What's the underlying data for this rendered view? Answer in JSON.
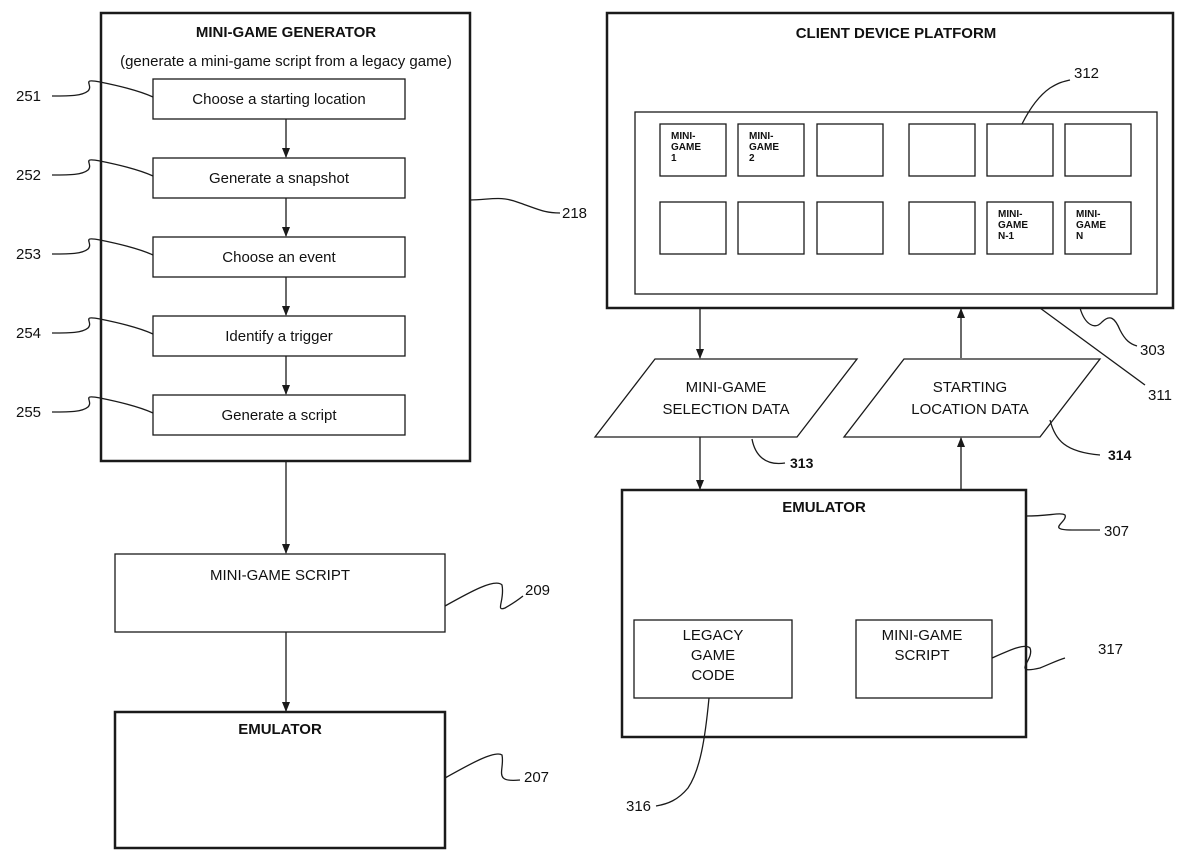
{
  "generator": {
    "title": "MINI-GAME GENERATOR",
    "subtitle": "(generate a mini-game script from a legacy game)",
    "ref": "218",
    "steps": [
      {
        "label": "Choose a starting location",
        "ref": "251"
      },
      {
        "label": "Generate a snapshot",
        "ref": "252"
      },
      {
        "label": "Choose an event",
        "ref": "253"
      },
      {
        "label": "Identify a trigger",
        "ref": "254"
      },
      {
        "label": "Generate a script",
        "ref": "255"
      }
    ]
  },
  "left_script": {
    "label": "MINI-GAME SCRIPT",
    "ref": "209"
  },
  "left_emulator": {
    "label": "EMULATOR",
    "ref": "207"
  },
  "client": {
    "title": "CLIENT DEVICE PLATFORM",
    "ref_outer": "303",
    "ref_panel": "311",
    "ref_tile": "312",
    "tiles": [
      [
        "MINI-",
        "GAME",
        "1"
      ],
      [
        "MINI-",
        "GAME",
        "2"
      ],
      [],
      [],
      [],
      [],
      [],
      [],
      [],
      [],
      [
        "MINI-",
        "GAME",
        "N-1"
      ],
      [
        "MINI-",
        "GAME",
        "N"
      ]
    ]
  },
  "selection_data": {
    "lines": [
      "MINI-GAME",
      "SELECTION DATA"
    ],
    "ref": "313"
  },
  "location_data": {
    "lines": [
      "STARTING",
      "LOCATION DATA"
    ],
    "ref": "314"
  },
  "right_emulator": {
    "title": "EMULATOR",
    "ref": "307",
    "legacy": {
      "lines": [
        "LEGACY",
        "GAME",
        "CODE"
      ],
      "ref": "316"
    },
    "script": {
      "lines": [
        "MINI-GAME",
        "SCRIPT"
      ],
      "ref": "317"
    }
  }
}
